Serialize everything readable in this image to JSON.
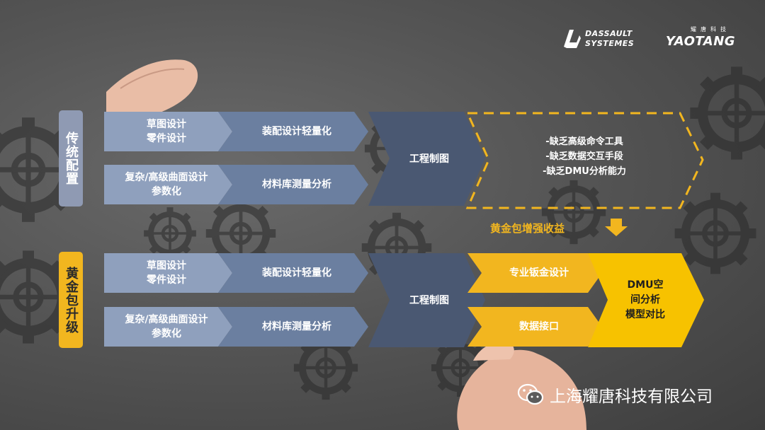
{
  "header": {
    "logo_dassault_line1": "DASSAULT",
    "logo_dassault_line2": "SYSTEMES",
    "logo_yaotang_small": "耀唐科技",
    "logo_yaotang_big": "YAOTANG"
  },
  "rows": {
    "traditional": {
      "label": "传统配置",
      "col1_top": "草图设计\n零件设计",
      "col1_bottom": "复杂/高级曲面设计\n参数化",
      "col2_top": "装配设计轻量化",
      "col2_bottom": "材料库测量分析",
      "col3": "工程制图",
      "lacks": "-缺乏高级命令工具\n-缺乏数据交互手段\n-缺乏DMU分析能力"
    },
    "benefit_label": "黄金包增强收益",
    "gold": {
      "label": "黄金包升级",
      "col1_top": "草图设计\n零件设计",
      "col1_bottom": "复杂/高级曲面设计\n参数化",
      "col2_top": "装配设计轻量化",
      "col2_bottom": "材料库测量分析",
      "col3": "工程制图",
      "col4_top": "专业钣金设计",
      "col4_bottom": "数据接口",
      "col5": "DMU空\n间分析\n模型对比"
    }
  },
  "footer": {
    "company": "上海耀唐科技有限公司"
  },
  "colors": {
    "light_slate": "#8fa0bd",
    "mid_slate": "#6b7fa0",
    "dark_slate": "#4a5872",
    "gold": "#f2b61f",
    "gold_deep": "#f7c200"
  }
}
